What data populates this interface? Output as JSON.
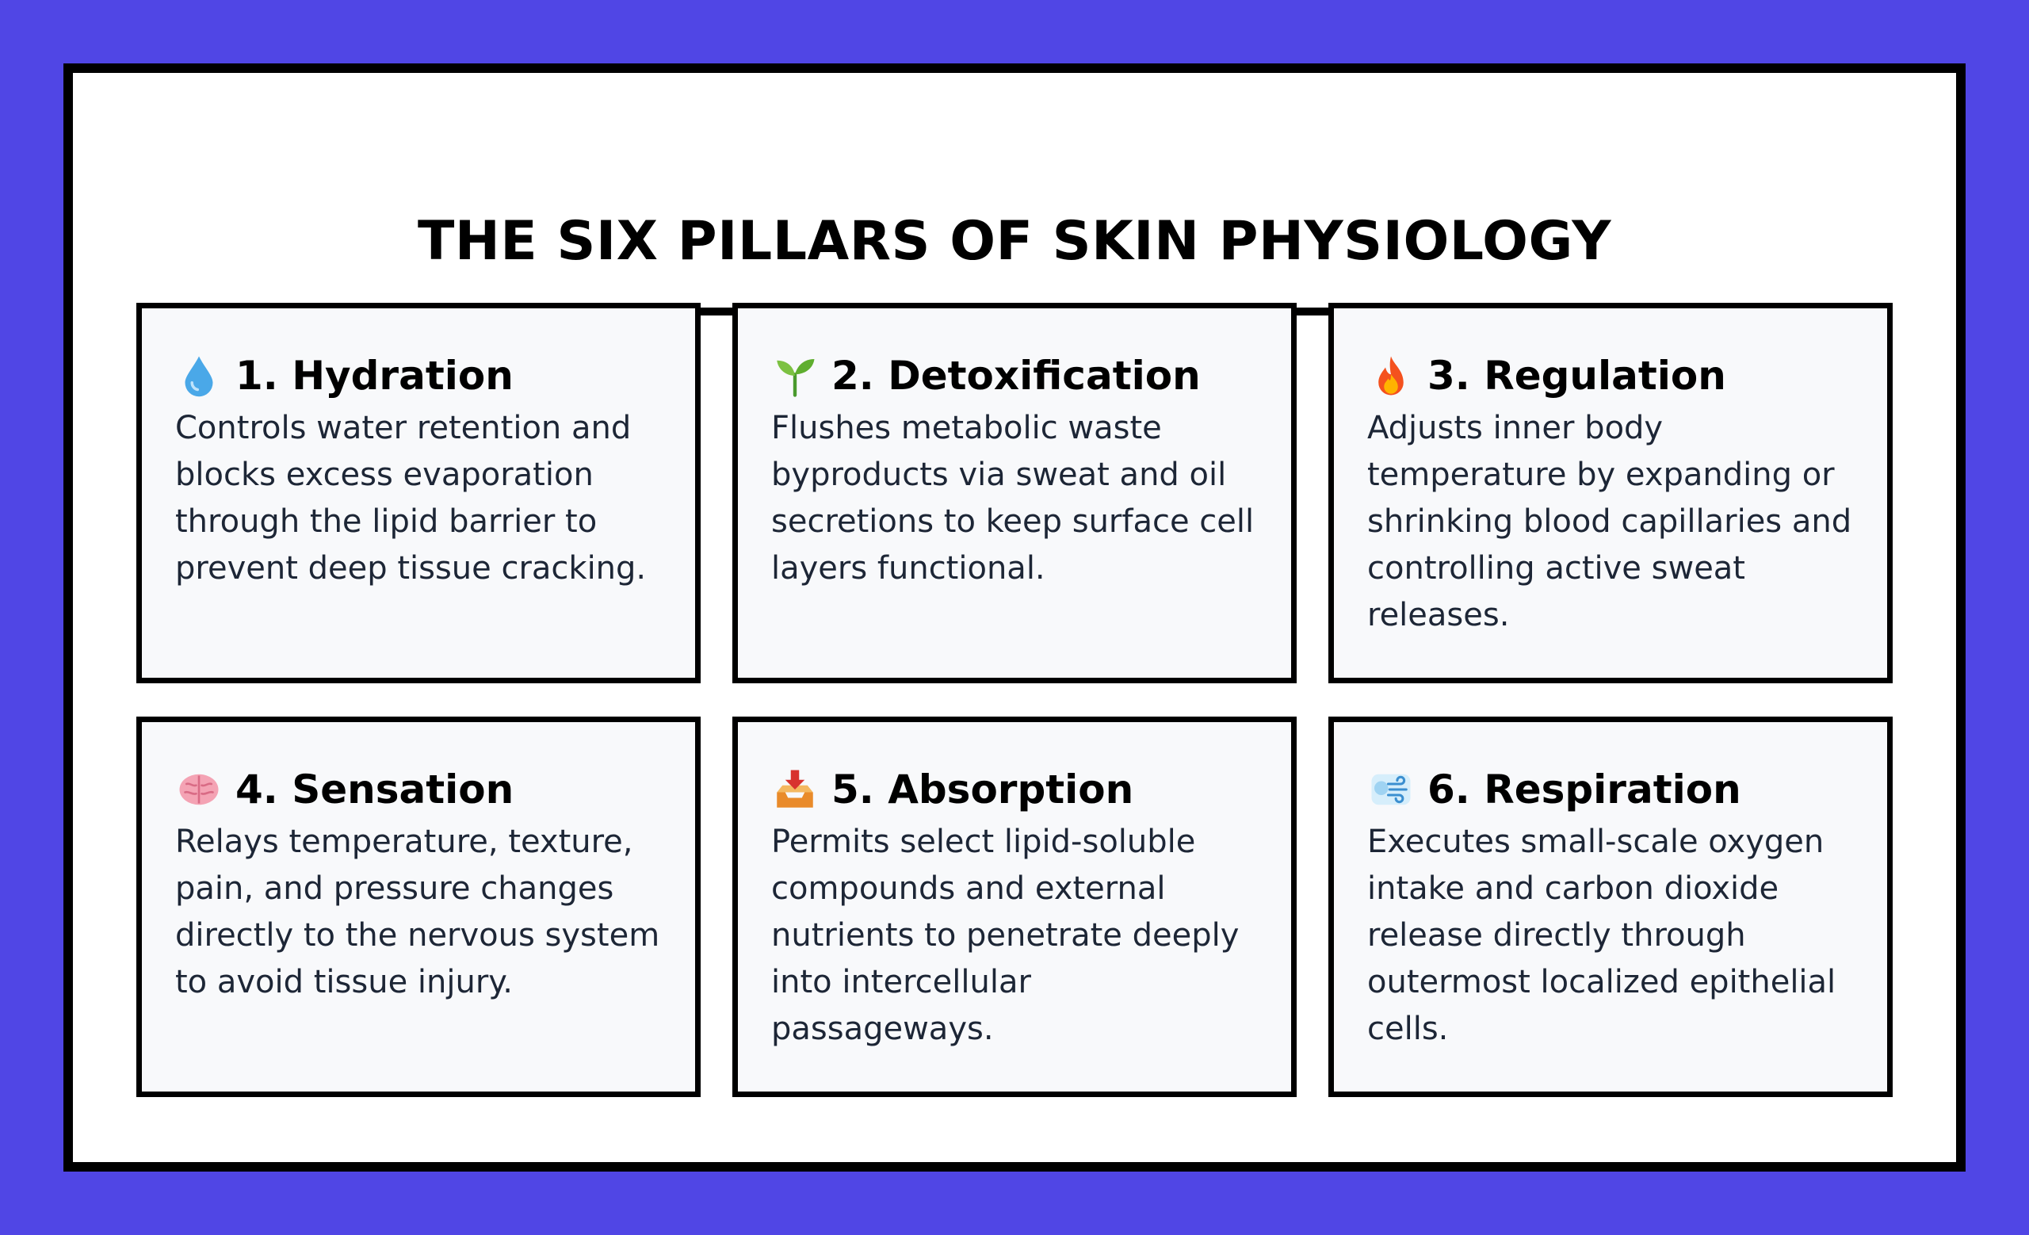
{
  "page": {
    "title": "THE SIX PILLARS OF SKIN PHYSIOLOGY",
    "colors": {
      "background": "#5046e5",
      "panel": "#ffffff",
      "card": "#f8f9fb",
      "border": "#000000",
      "text": "#1d2636"
    }
  },
  "cards": [
    {
      "icon": "water-drop-icon",
      "title": "1. Hydration",
      "text": "Controls water retention and blocks excess evaporation through the lipid barrier to prevent deep tissue cracking."
    },
    {
      "icon": "seedling-icon",
      "title": "2. Detoxification",
      "text": "Flushes metabolic waste byproducts via sweat and oil secretions to keep surface cell layers functional."
    },
    {
      "icon": "fire-icon",
      "title": "3. Regulation",
      "text": "Adjusts inner body temperature by expanding or shrinking blood capillaries and controlling active sweat releases."
    },
    {
      "icon": "brain-icon",
      "title": "4. Sensation",
      "text": "Relays temperature, texture, pain, and pressure changes directly to the nervous system to avoid tissue injury."
    },
    {
      "icon": "inbox-tray-icon",
      "title": "5. Absorption",
      "text": "Permits select lipid-soluble compounds and external nutrients to penetrate deeply into intercellular passageways."
    },
    {
      "icon": "wind-blowing-icon",
      "title": "6. Respiration",
      "text": "Executes small-scale oxygen intake and carbon dioxide release directly through outermost localized epithelial cells."
    }
  ]
}
